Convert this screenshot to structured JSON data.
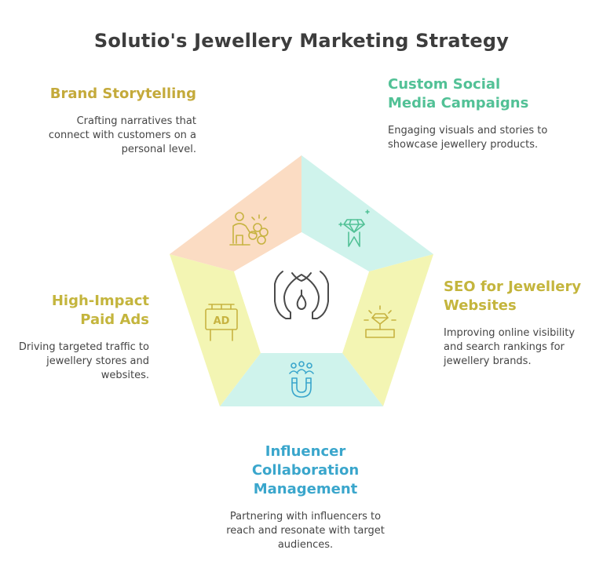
{
  "title": "Solutio's Jewellery Marketing Strategy",
  "colors": {
    "storytelling_fill": "#fbdcc3",
    "social_fill": "#cff3ec",
    "seo_fill": "#f3f5b3",
    "influencer_fill": "#cff3ec",
    "ads_fill": "#f3f5b3",
    "storytelling_text": "#c4aa3b",
    "social_text": "#52c196",
    "seo_text": "#c4b53d",
    "ads_text": "#c4b53d",
    "influencer_text": "#3aa6cc"
  },
  "center": {
    "icon": "necklace-icon"
  },
  "segments": {
    "storytelling": {
      "title": "Brand Storytelling",
      "description": "Crafting narratives that connect with customers on a personal level.",
      "icon": "storyteller-icon"
    },
    "social": {
      "title": "Custom Social Media Campaigns",
      "description": "Engaging visuals and stories to showcase jewellery products.",
      "icon": "diamond-icon"
    },
    "seo": {
      "title": "SEO for Jewellery Websites",
      "description": "Improving online visibility and search rankings for jewellery brands.",
      "icon": "spotlight-gem-icon"
    },
    "ads": {
      "title": "High-Impact Paid Ads",
      "description": "Driving targeted traffic to jewellery stores and websites.",
      "icon": "billboard-ad-icon",
      "icon_text": "AD"
    },
    "influencer": {
      "title": "Influencer Collaboration Management",
      "description": "Partnering with influencers to reach and resonate with target audiences.",
      "icon": "magnet-people-icon"
    }
  }
}
